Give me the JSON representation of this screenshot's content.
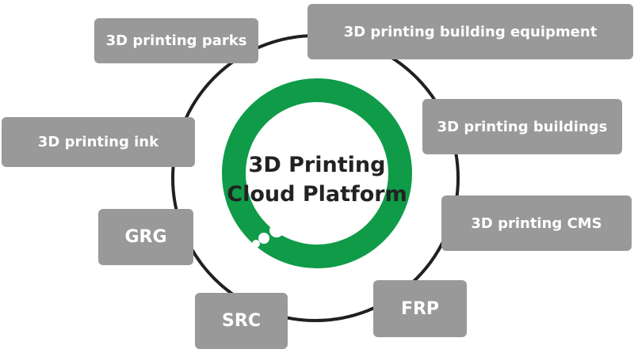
{
  "center": {
    "line1": "3D Printing",
    "line2": "Cloud Platform"
  },
  "nodes": [
    {
      "id": "parks",
      "label": "3D printing parks"
    },
    {
      "id": "equipment",
      "label": "3D printing building equipment"
    },
    {
      "id": "buildings",
      "label": "3D printing buildings"
    },
    {
      "id": "ink",
      "label": "3D printing ink"
    },
    {
      "id": "cms",
      "label": "3D printing CMS"
    },
    {
      "id": "grg",
      "label": "GRG"
    },
    {
      "id": "src",
      "label": "SRC"
    },
    {
      "id": "frp",
      "label": "FRP"
    }
  ],
  "colors": {
    "node_fill": "#999999",
    "node_text": "#ffffff",
    "ring_outer": "#231f20",
    "ring_center": "#0f9b48",
    "center_text": "#222222"
  }
}
